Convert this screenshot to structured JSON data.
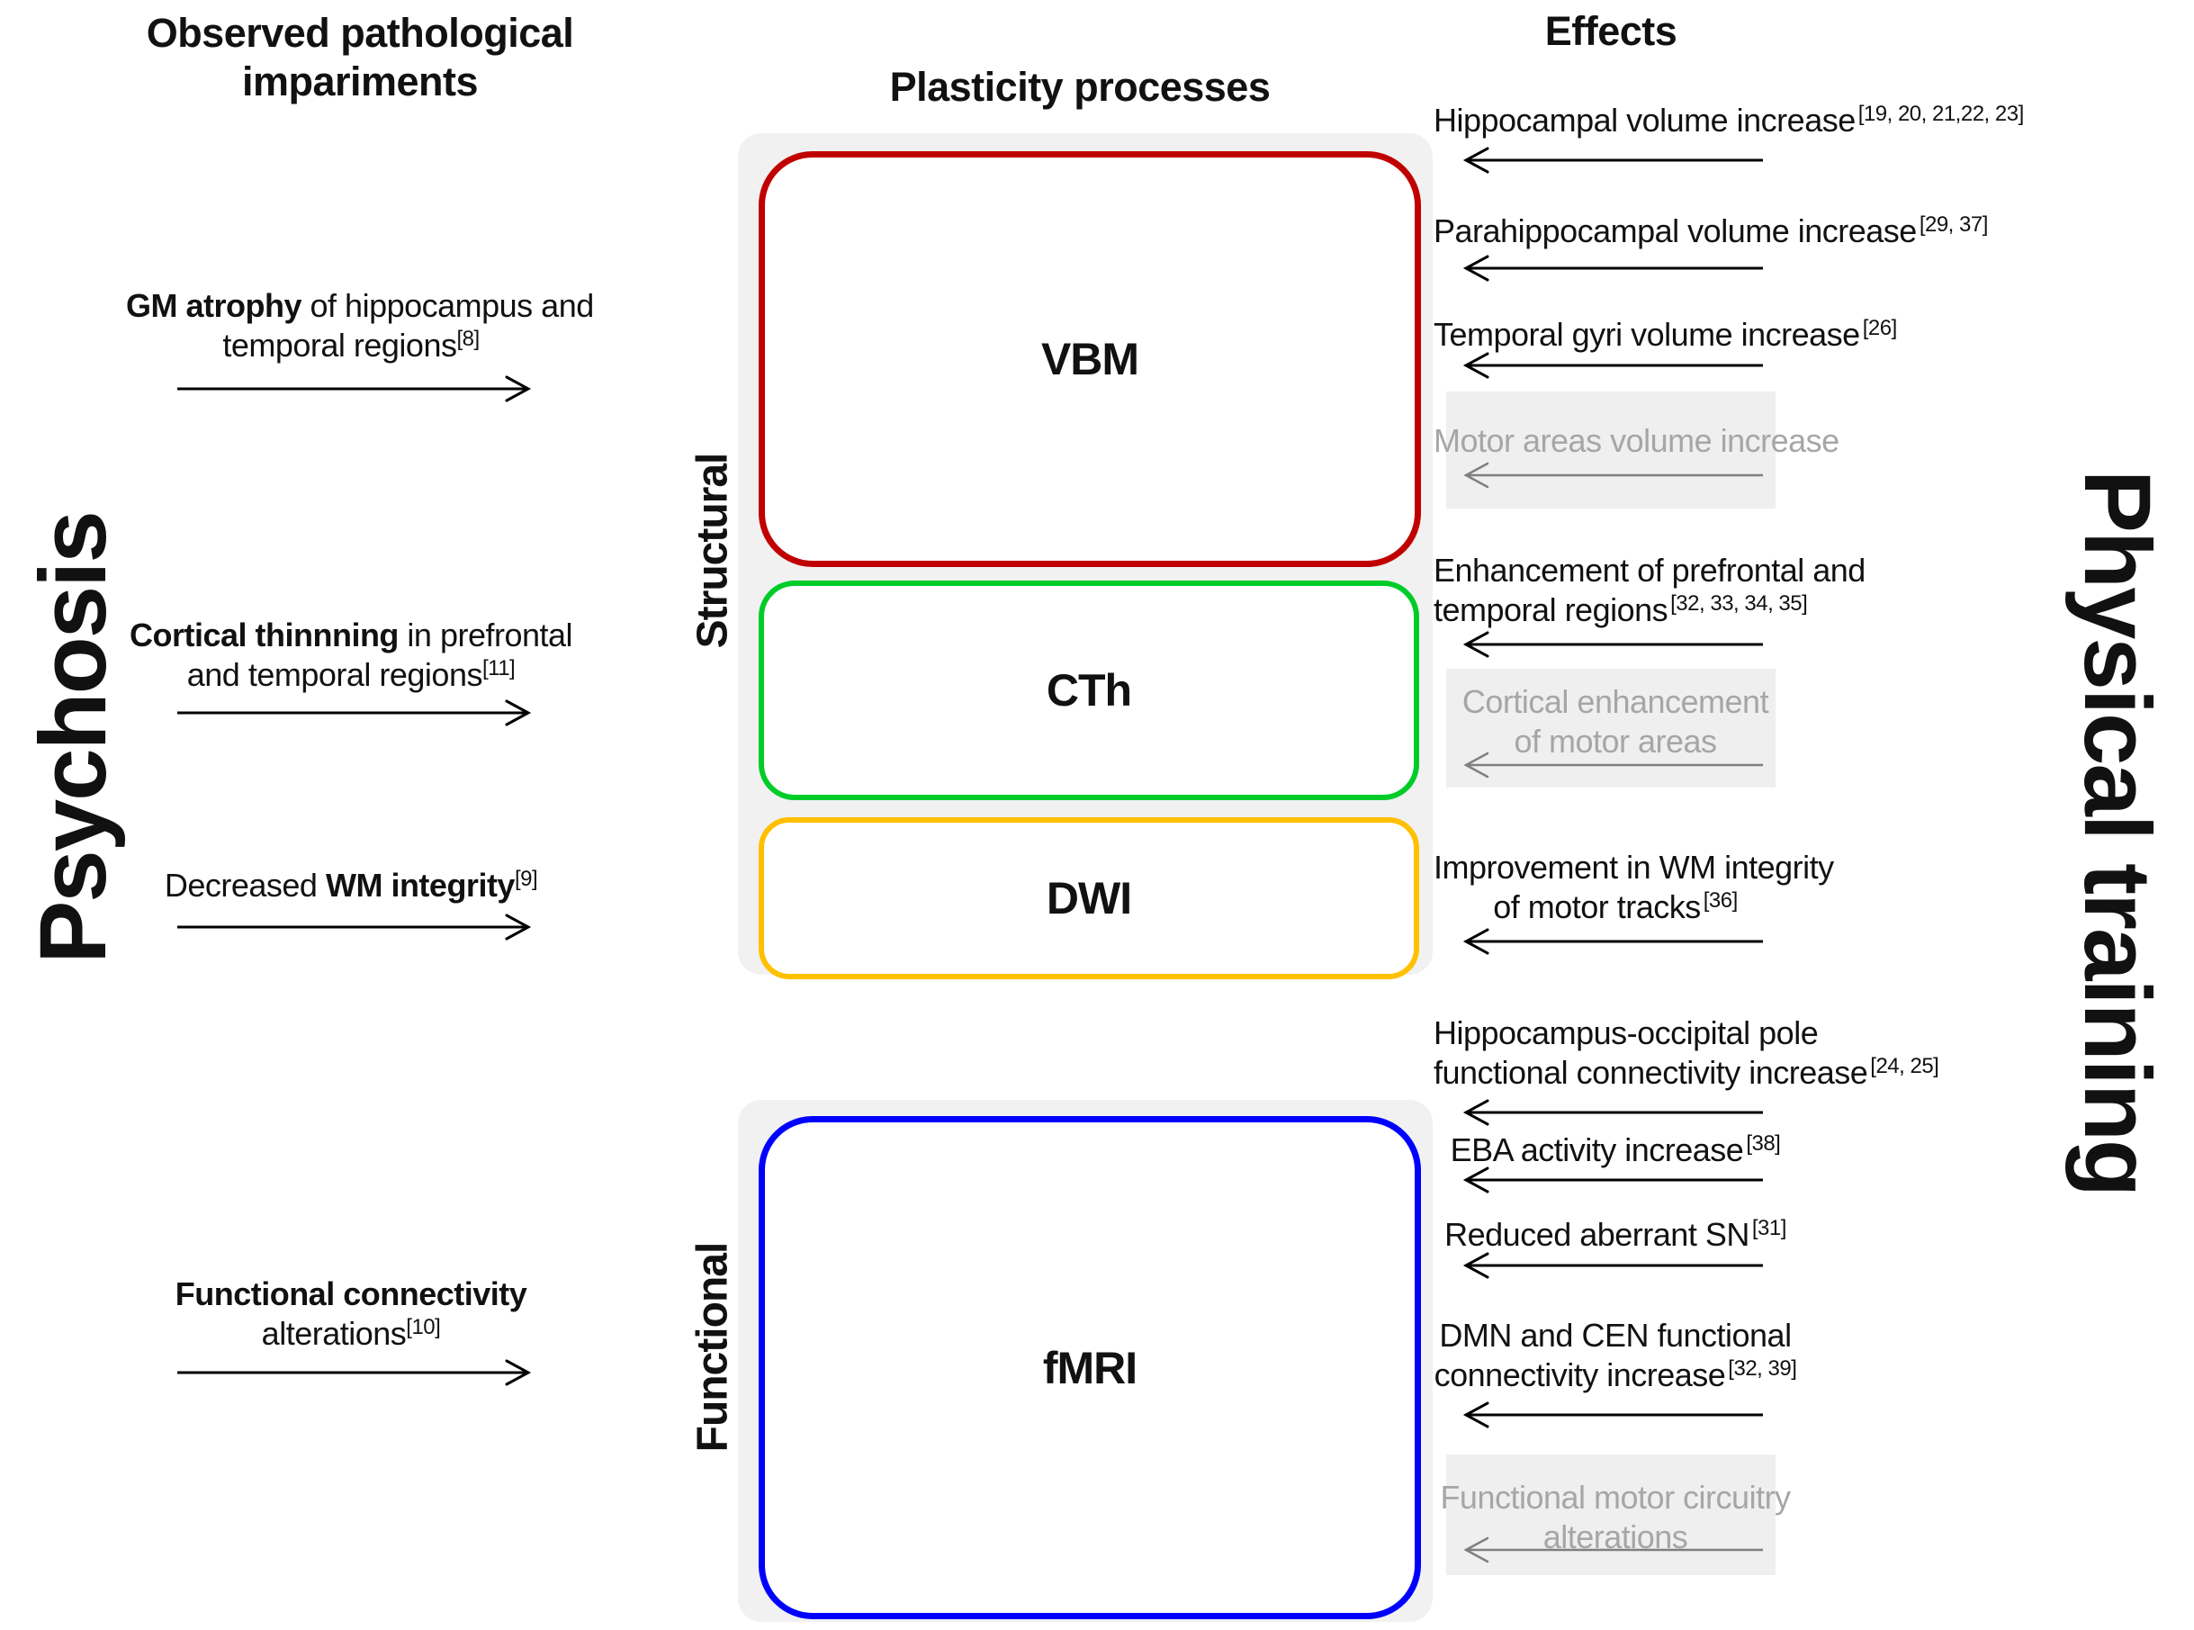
{
  "headers": {
    "left_line1": "Observed pathological",
    "left_line2": "impariments",
    "middle": "Plasticity processes",
    "right": "Effects"
  },
  "side_labels": {
    "left": "Psychosis",
    "right": "Physical training",
    "structural": "Structural",
    "functional": "Functional"
  },
  "colors": {
    "vbm_border": "#C00000",
    "cth_border": "#00CC29",
    "dwi_border": "#FFC000",
    "fmri_border": "#0000FF",
    "panel_bg": "#F1F1F1",
    "highlight_bg": "#EFEFEF",
    "gray_text": "#A6A6A6",
    "gray_arrow": "#7F7F7F",
    "black_arrow": "#000000"
  },
  "plasticity_boxes": [
    {
      "name": "vbm",
      "label": "VBM"
    },
    {
      "name": "cth",
      "label": "CTh"
    },
    {
      "name": "dwi",
      "label": "DWI"
    },
    {
      "name": "fmri",
      "label": "fMRI"
    }
  ],
  "impairments": [
    {
      "lines": [
        [
          {
            "t": "GM atrophy",
            "b": true
          },
          {
            "t": " of hippocampus and",
            "b": false
          }
        ],
        [
          {
            "t": "temporal regions",
            "b": false
          }
        ]
      ],
      "ref": "[8]"
    },
    {
      "lines": [
        [
          {
            "t": "Cortical thinnning",
            "b": true
          },
          {
            "t": " in prefrontal",
            "b": false
          }
        ],
        [
          {
            "t": "and temporal regions",
            "b": false
          }
        ]
      ],
      "ref": "[11]"
    },
    {
      "lines": [
        [
          {
            "t": "Decreased ",
            "b": false
          },
          {
            "t": "WM integrity",
            "b": true
          }
        ]
      ],
      "ref": "[9]"
    },
    {
      "lines": [
        [
          {
            "t": "Functional connectivity",
            "b": true
          }
        ],
        [
          {
            "t": "alterations",
            "b": false
          }
        ]
      ],
      "ref": "[10]"
    }
  ],
  "effects": [
    {
      "lines": [
        "Hippocampal volume increase"
      ],
      "ref": "[19, 20, 21,22, 23]",
      "gray": false
    },
    {
      "lines": [
        "Parahippocampal volume increase"
      ],
      "ref": "[29, 37]",
      "gray": false
    },
    {
      "lines": [
        "Temporal gyri volume increase"
      ],
      "ref": "[26]",
      "gray": false
    },
    {
      "lines": [
        "Motor areas volume increase"
      ],
      "ref": null,
      "gray": true
    },
    {
      "lines": [
        "Enhancement of prefrontal and",
        "temporal regions"
      ],
      "ref": "[32, 33, 34, 35]",
      "gray": false
    },
    {
      "lines": [
        "Cortical enhancement",
        "of motor areas"
      ],
      "ref": null,
      "gray": true
    },
    {
      "lines": [
        "Improvement in WM integrity",
        "of motor tracks"
      ],
      "ref": "[36]",
      "gray": false
    },
    {
      "lines": [
        "Hippocampus-occipital pole",
        "functional connectivity increase"
      ],
      "ref": "[24, 25]",
      "gray": false
    },
    {
      "lines": [
        "EBA activity increase"
      ],
      "ref": "[38]",
      "gray": false
    },
    {
      "lines": [
        "Reduced aberrant SN"
      ],
      "ref": "[31]",
      "gray": false
    },
    {
      "lines": [
        "DMN and CEN functional",
        "connectivity increase"
      ],
      "ref": "[32, 39]",
      "gray": false
    },
    {
      "lines": [
        "Functional motor circuitry",
        "alterations"
      ],
      "ref": null,
      "gray": true
    }
  ]
}
